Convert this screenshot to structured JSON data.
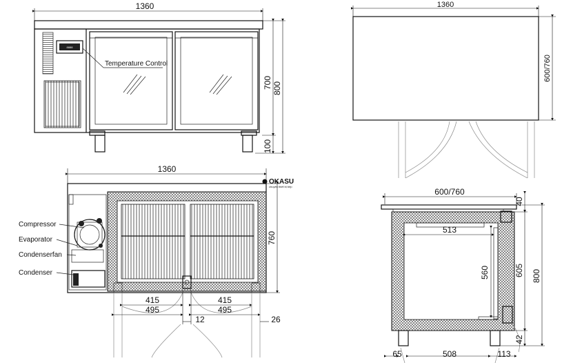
{
  "brand": {
    "logo": "OKASU",
    "tagline": "chuyên thiết bị bếp"
  },
  "front_view": {
    "width_label": "1360",
    "height_labels": [
      "700",
      "800",
      "100"
    ],
    "callout": "Temperature Control"
  },
  "top_view": {
    "width_label": "1360",
    "depth_label": "600/760"
  },
  "plan_view": {
    "width_label": "1360",
    "depth_label": "760",
    "components": [
      "Compressor",
      "Evaporator",
      "Condenserfan",
      "Condenser"
    ],
    "door_dims": [
      "415",
      "495",
      "415",
      "495",
      "12",
      "26"
    ]
  },
  "section_view": {
    "depth_label": "600/760",
    "dims": [
      "40",
      "513",
      "560",
      "605",
      "800",
      "42",
      "65",
      "508",
      "113"
    ]
  }
}
